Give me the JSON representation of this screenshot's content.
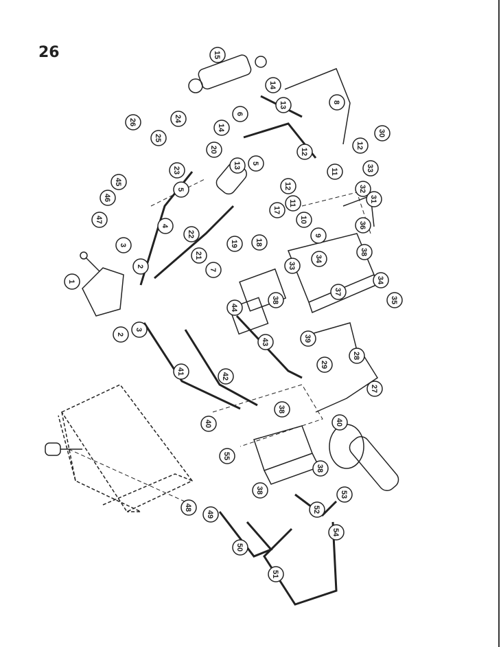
{
  "page": {
    "number": "26"
  },
  "diagram": {
    "callouts": [
      "1",
      "2",
      "2",
      "3",
      "3",
      "4",
      "5",
      "5",
      "6",
      "7",
      "8",
      "9",
      "10",
      "11",
      "11",
      "12",
      "12",
      "12",
      "13",
      "13",
      "14",
      "14",
      "15",
      "17",
      "18",
      "19",
      "20",
      "21",
      "22",
      "23",
      "24",
      "25",
      "26",
      "27",
      "28",
      "29",
      "30",
      "31",
      "32",
      "33",
      "33",
      "34",
      "34",
      "35",
      "36",
      "37",
      "38",
      "38",
      "38",
      "38",
      "38",
      "39",
      "40",
      "40",
      "41",
      "42",
      "43",
      "44",
      "45",
      "46",
      "47",
      "48",
      "49",
      "50",
      "51",
      "52",
      "53",
      "54",
      "55"
    ]
  }
}
